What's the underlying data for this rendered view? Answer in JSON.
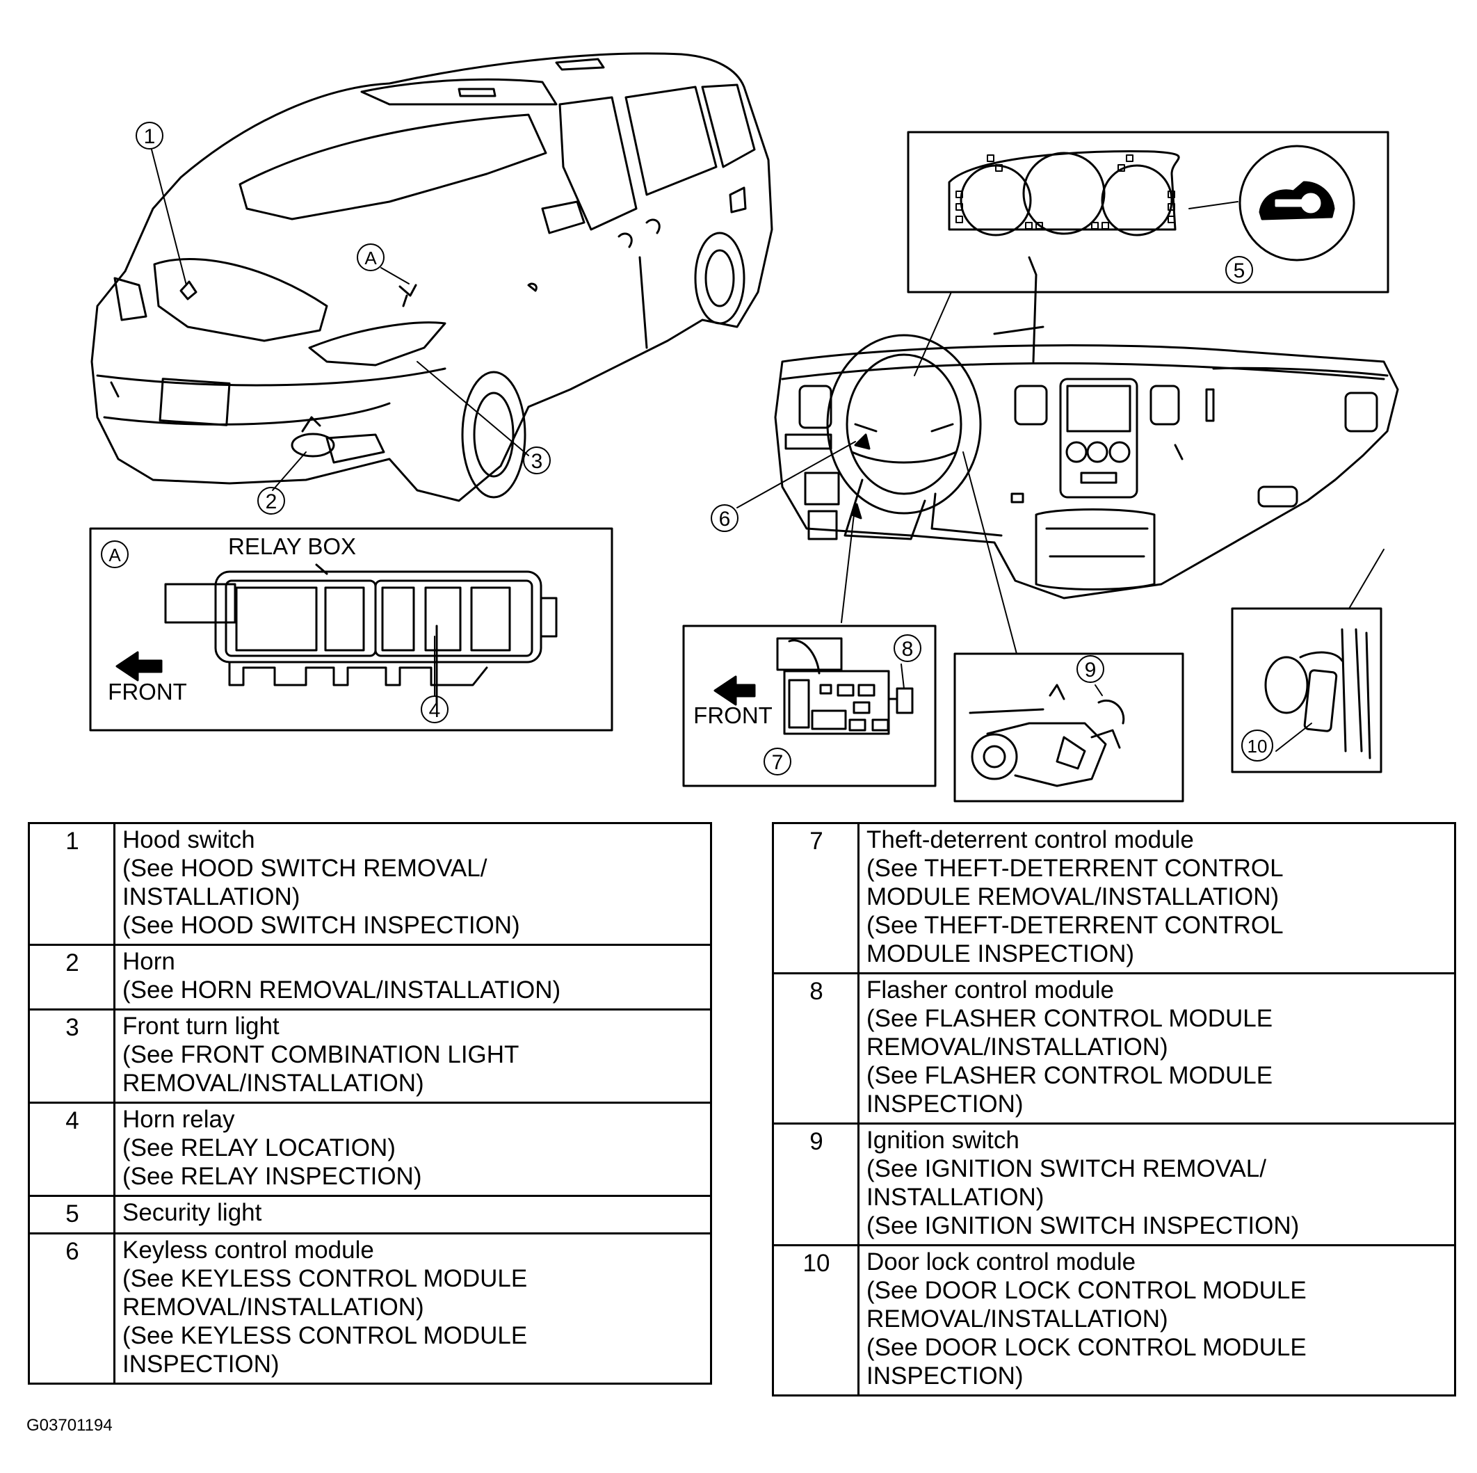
{
  "callouts": {
    "c1": "1",
    "c2": "2",
    "c3": "3",
    "c4": "4",
    "c5": "5",
    "c6": "6",
    "c7": "7",
    "c8": "8",
    "c9": "9",
    "c10": "10",
    "a_main": "A",
    "a_inset": "A"
  },
  "inset_a": {
    "relay_box_label": "RELAY BOX",
    "front_label": "FRONT"
  },
  "inset_78": {
    "front_label": "FRONT"
  },
  "legend_left": [
    {
      "num": "1",
      "lines": [
        "Hood switch",
        "(See HOOD SWITCH REMOVAL/",
        "INSTALLATION)",
        "(See HOOD SWITCH INSPECTION)"
      ]
    },
    {
      "num": "2",
      "lines": [
        "Horn",
        "(See HORN REMOVAL/INSTALLATION)"
      ]
    },
    {
      "num": "3",
      "lines": [
        "Front turn light",
        "(See FRONT COMBINATION LIGHT",
        "REMOVAL/INSTALLATION)"
      ]
    },
    {
      "num": "4",
      "lines": [
        "Horn relay",
        "(See RELAY LOCATION)",
        "(See RELAY INSPECTION)"
      ]
    },
    {
      "num": "5",
      "lines": [
        "Security light"
      ]
    },
    {
      "num": "6",
      "lines": [
        "Keyless control module",
        "(See KEYLESS CONTROL MODULE",
        "REMOVAL/INSTALLATION)",
        "(See KEYLESS CONTROL MODULE",
        "INSPECTION)"
      ]
    }
  ],
  "legend_right": [
    {
      "num": "7",
      "lines": [
        "Theft-deterrent control module",
        "(See THEFT-DETERRENT CONTROL",
        "MODULE REMOVAL/INSTALLATION)",
        "(See THEFT-DETERRENT CONTROL",
        "MODULE INSPECTION)"
      ]
    },
    {
      "num": "8",
      "lines": [
        "Flasher control module",
        "(See FLASHER CONTROL MODULE",
        "REMOVAL/INSTALLATION)",
        "(See FLASHER CONTROL MODULE",
        "INSPECTION)"
      ]
    },
    {
      "num": "9",
      "lines": [
        "Ignition switch",
        "(See IGNITION SWITCH REMOVAL/",
        "INSTALLATION)",
        "(See IGNITION SWITCH INSPECTION)"
      ]
    },
    {
      "num": "10",
      "lines": [
        "Door lock control module",
        "(See DOOR LOCK CONTROL MODULE",
        "REMOVAL/INSTALLATION)",
        "(See DOOR LOCK CONTROL MODULE",
        "INSPECTION)"
      ]
    }
  ],
  "figure_id": "G03701194"
}
